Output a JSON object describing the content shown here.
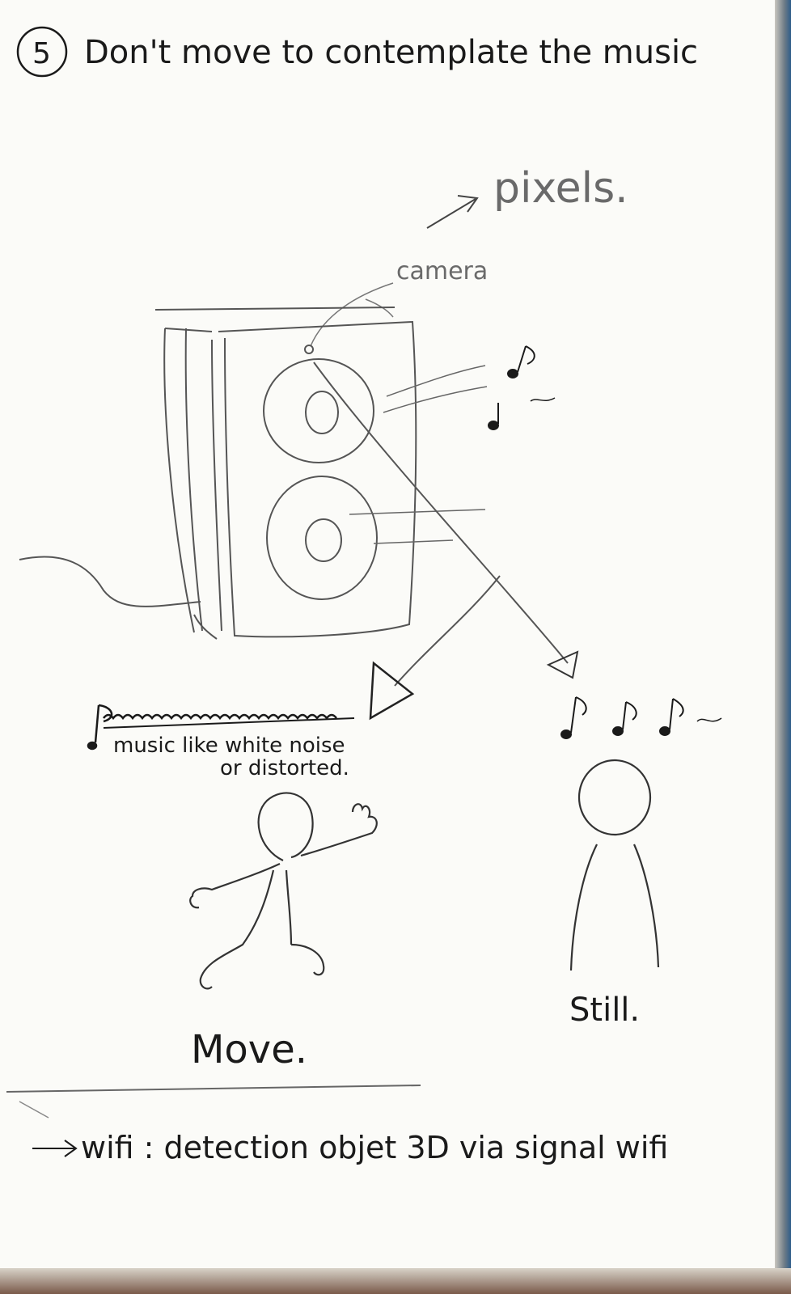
{
  "header": {
    "step_number": "5",
    "title": "Don't move to contemplate the music"
  },
  "labels": {
    "pixels": "pixels.",
    "camera": "camera",
    "music_line1": "music like white noise",
    "music_line2": "or distorted.",
    "move": "Move.",
    "still": "Still."
  },
  "footer": {
    "note": "wifi : detection objet 3D via signal wifi"
  },
  "icons": [
    "circled-number",
    "speaker",
    "camera-lens",
    "music-note",
    "stick-figure-moving",
    "stick-figure-still",
    "arrow"
  ]
}
